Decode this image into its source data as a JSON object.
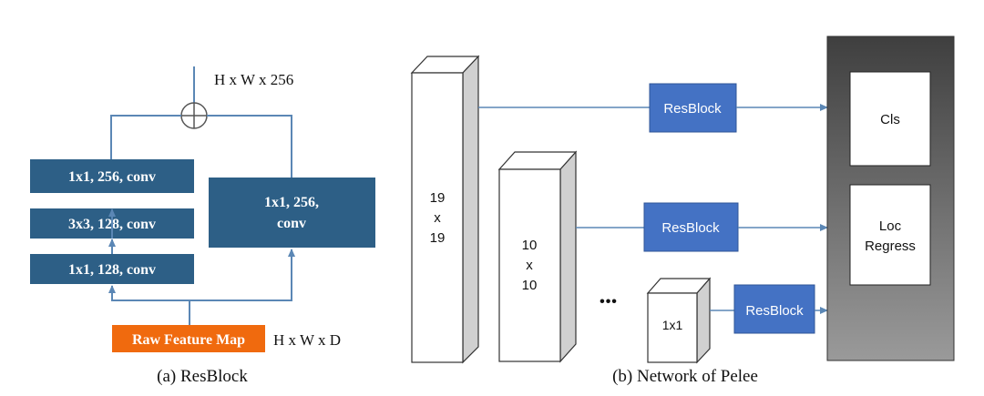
{
  "resblock": {
    "output_dim": "H x W x 256",
    "conv1": "1x1, 256, conv",
    "conv2": "3x3, 128,  conv",
    "conv3": "1x1, 128, conv",
    "shortcut_line1": "1x1, 256,",
    "shortcut_line2": "conv",
    "input_label": "Raw Feature Map",
    "input_dim": "H x W x D",
    "caption": "(a) ResBlock"
  },
  "network": {
    "layer1": {
      "top": "19",
      "mid": "x",
      "bottom": "19"
    },
    "layer2": {
      "top": "10",
      "mid": "x",
      "bottom": "10"
    },
    "ellipsis": "•••",
    "layer3": "1x1",
    "resblock1": "ResBlock",
    "resblock2": "ResBlock",
    "resblock3": "ResBlock",
    "cls_label": "Cls",
    "loc_line1": "Loc",
    "loc_line2": "Regress",
    "caption": "(b) Network of Pelee"
  },
  "colors": {
    "conv_box": "#2d5f86",
    "line": "#5b87b5",
    "input_box": "#f06a0e",
    "resblock_box": "#4472c4",
    "head_panel_start": "#3f3f3f",
    "head_panel_end": "#9a9a9a"
  }
}
